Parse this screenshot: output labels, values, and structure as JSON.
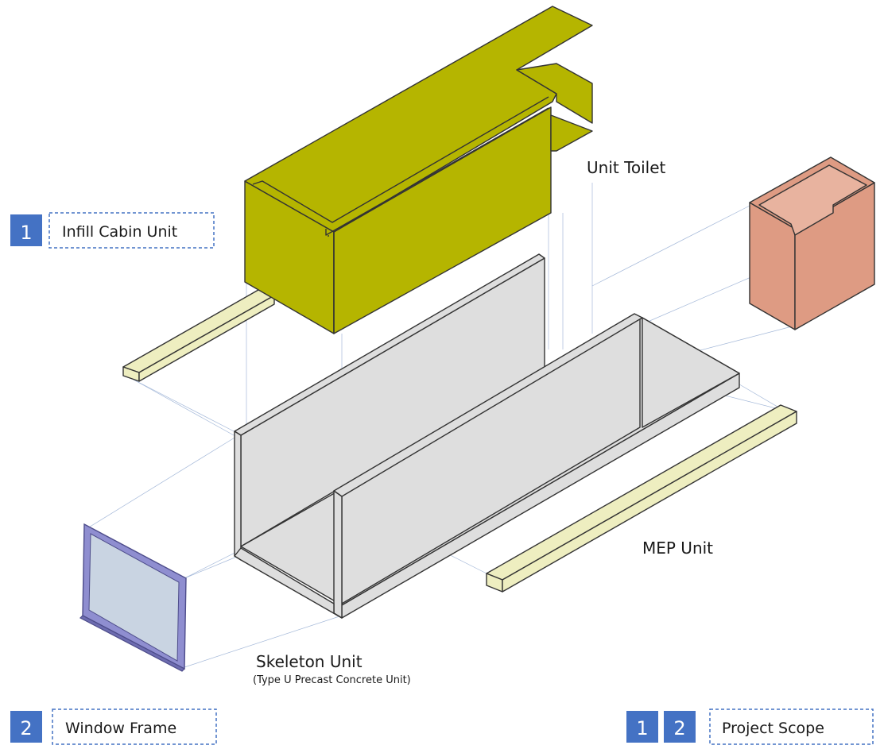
{
  "labels": {
    "unit_toilet": "Unit Toilet",
    "mep_unit": "MEP Unit",
    "skeleton_unit": "Skeleton Unit",
    "skeleton_subtitle": "(Type U Precast Concrete Unit)"
  },
  "legend": {
    "infill": {
      "number": "1",
      "text": "Infill Cabin Unit"
    },
    "window": {
      "number": "2",
      "text": "Window Frame"
    },
    "scope": {
      "number_a": "1",
      "number_b": "2",
      "text": "Project Scope"
    }
  },
  "colors": {
    "infill_cabin": "#b5b500",
    "skeleton": "#dedede",
    "toilet": "#de9b83",
    "mep": "#eeeec0",
    "window_frame": "#8f8ed0",
    "window_glass": "#c9d4e2",
    "badge": "#4472c4",
    "dashed_border": "#4472c4"
  }
}
